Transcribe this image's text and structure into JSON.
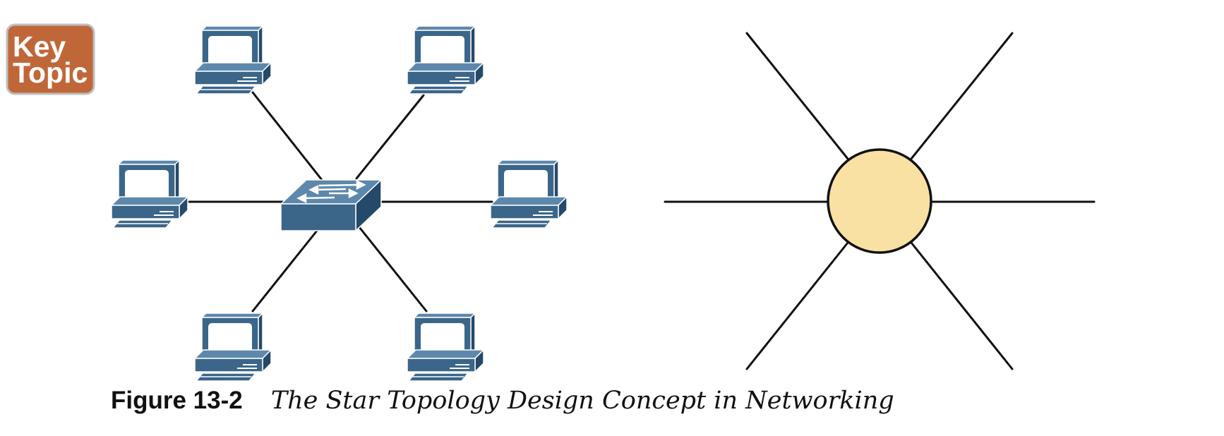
{
  "badge": {
    "line1": "Key",
    "line2": "Topic",
    "fill_color": "#C0673A",
    "border_color": "#BFBFBF",
    "text_color": "#FFFFFF"
  },
  "diagram": {
    "left": {
      "center_icon": "switch-icon",
      "node_icon": "pc-icon",
      "node_count": 6,
      "icon_color": "#3B6689"
    },
    "right": {
      "center_shape": "circle",
      "center_fill": "#F8E1A2",
      "spoke_count": 6
    },
    "line_color": "#111111"
  },
  "caption": {
    "label": "Figure 13-2",
    "title": "The Star Topology Design Concept in Networking"
  }
}
